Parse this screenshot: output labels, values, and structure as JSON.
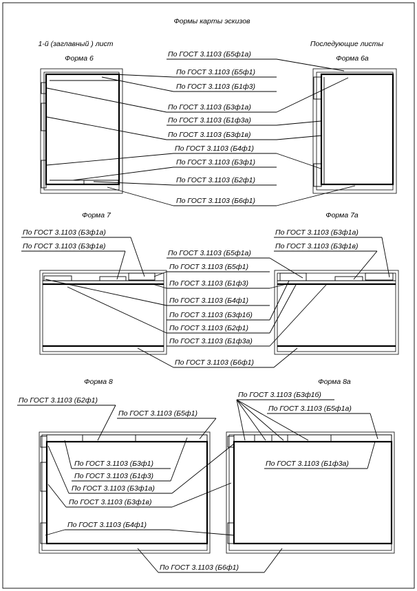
{
  "title": "Формы карты эскизов",
  "columns": {
    "first": "1-й (заглавный ) лист",
    "next": "Последующие листы"
  },
  "forms": {
    "f6": "Форма 6",
    "f6a": "Форма 6а",
    "f7": "Форма 7",
    "f7a": "Форма 7а",
    "f8": "Форма 8",
    "f8a": "Форма 8а"
  },
  "refs": {
    "b5f1a": "По ГОСТ 3.1103 (Б5ф1а)",
    "b5f1": "По ГОСТ 3.1103 (Б5ф1)",
    "b1f3": "По ГОСТ 3.1103 (Б1ф3)",
    "b3f1a": "По ГОСТ 3.1103 (Б3ф1а)",
    "b1f3a": "По ГОСТ 3.1103 (Б1ф3а)",
    "b3f1v": "По ГОСТ 3.1103 (Б3ф1в)",
    "b4f1": "По ГОСТ 3.1103 (Б4ф1)",
    "b3f1": "По ГОСТ 3.1103 (Б3ф1)",
    "b2f1": "По ГОСТ 3.1103 (Б2ф1)",
    "b6f1": "По ГОСТ 3.1103 (Б6ф1)",
    "b3f1b": "По ГОСТ 3.1103 (Б3ф1б)"
  }
}
